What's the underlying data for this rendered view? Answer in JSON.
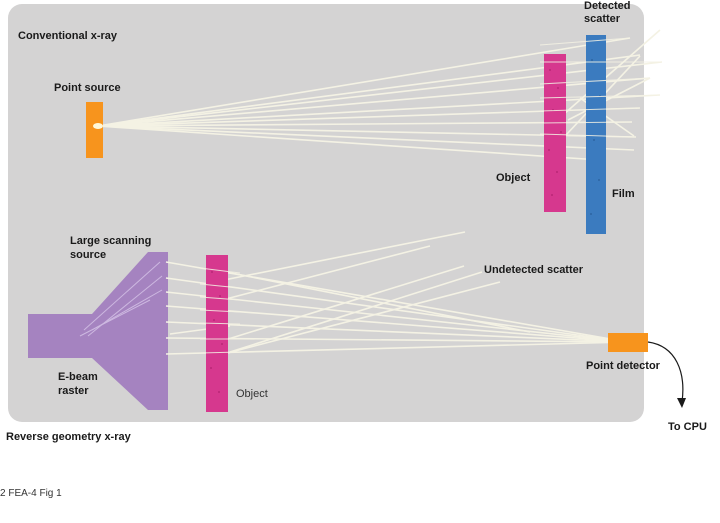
{
  "diagram": {
    "labels": {
      "conventional_title": "Conventional x-ray",
      "point_source": "Point source",
      "detected_scatter_line1": "Detected",
      "detected_scatter_line2": "scatter",
      "object_top": "Object",
      "film": "Film",
      "large_scanning_source_line1": "Large scanning",
      "large_scanning_source_line2": "source",
      "undetected_scatter": "Undetected scatter",
      "ebeam_raster_line1": "E-beam",
      "ebeam_raster_line2": "raster",
      "object_bottom": "Object",
      "point_detector": "Point detector",
      "reverse_title": "Reverse geometry x-ray",
      "to_cpu": "To CPU",
      "caption": "2 FEA-4 Fig 1"
    },
    "colors": {
      "panel": "#d4d3d3",
      "source": "#f7941d",
      "object": "#d6388e",
      "film": "#3b7bbf",
      "beam": "#f4f2e4",
      "tube": "#a583c0"
    }
  }
}
